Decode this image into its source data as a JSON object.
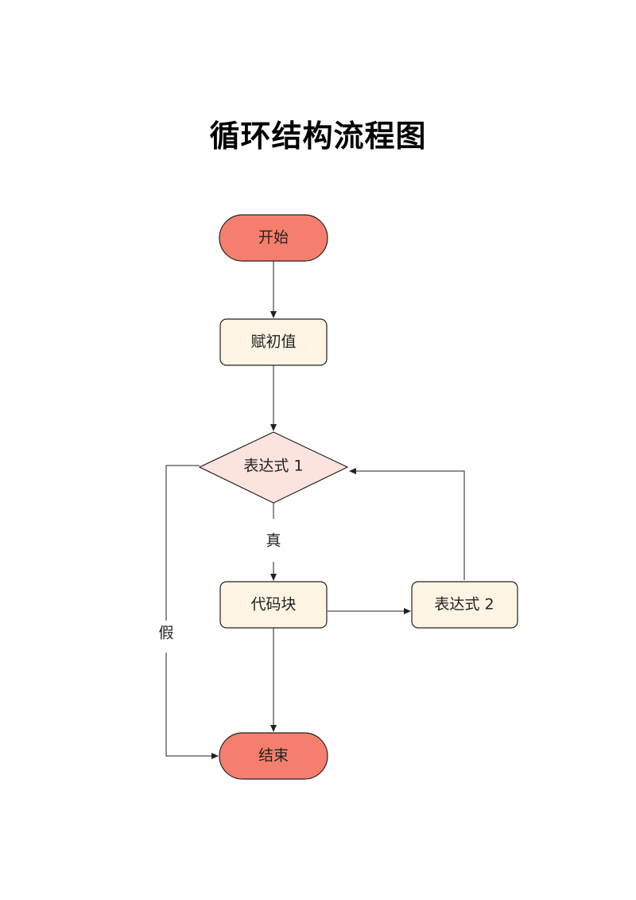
{
  "title": "循环结构流程图",
  "nodes": {
    "start": {
      "label": "开始",
      "shape": "terminal"
    },
    "init": {
      "label": "赋初值",
      "shape": "process"
    },
    "condition": {
      "label": "表达式 1",
      "shape": "decision"
    },
    "code_block": {
      "label": "代码块",
      "shape": "process"
    },
    "expr2": {
      "label": "表达式 2",
      "shape": "process"
    },
    "end": {
      "label": "结束",
      "shape": "terminal"
    }
  },
  "edges": [
    {
      "from": "start",
      "to": "init"
    },
    {
      "from": "init",
      "to": "condition"
    },
    {
      "from": "condition",
      "to": "code_block",
      "label": "真"
    },
    {
      "from": "code_block",
      "to": "expr2"
    },
    {
      "from": "expr2",
      "to": "condition"
    },
    {
      "from": "code_block",
      "to": "end"
    },
    {
      "from": "condition",
      "to": "end",
      "label": "假"
    }
  ],
  "edge_labels": {
    "true_label": "真",
    "false_label": "假"
  },
  "colors": {
    "terminal_fill": "#F57F6E",
    "process_fill": "#FDF4E3",
    "decision_fill": "#FDE3DE",
    "stroke": "#222222"
  }
}
